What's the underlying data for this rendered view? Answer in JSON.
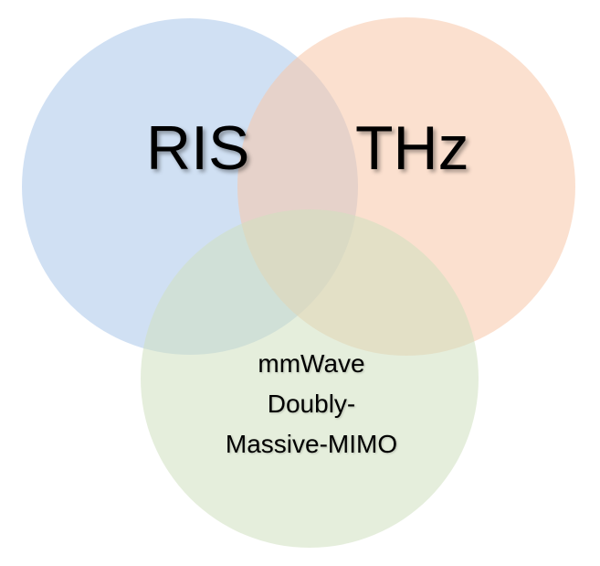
{
  "diagram": {
    "type": "venn",
    "sets": [
      {
        "label": "RIS",
        "color": "#c6d9f0"
      },
      {
        "label": "THz",
        "color": "#fbd9c5"
      },
      {
        "label_lines": [
          "mmWave",
          "Doubly-",
          "Massive-MIMO"
        ],
        "color": "#dbe8cf"
      }
    ]
  }
}
